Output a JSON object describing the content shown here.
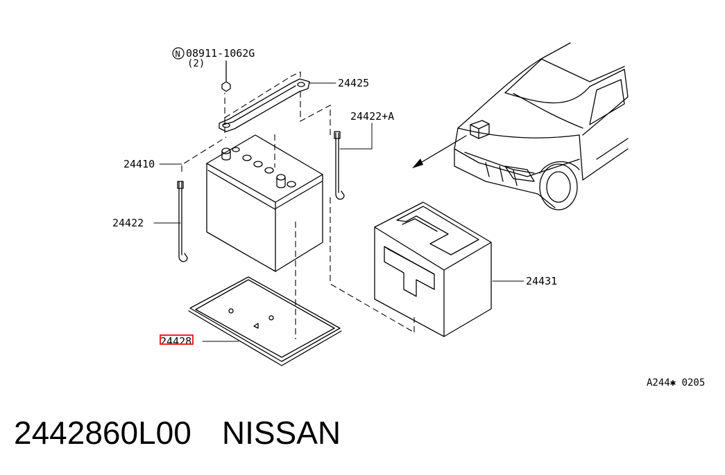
{
  "callouts": {
    "nut_part": "08911-1062G",
    "nut_qty": "(2)",
    "nut_marker": "N",
    "clamp": "24425",
    "rod_a": "24422+A",
    "battery": "24410",
    "rod": "24422",
    "cover": "24431",
    "tray": "24428"
  },
  "diagram_code": "A244✱ 0205",
  "caption": {
    "part_number": "2442860L00",
    "brand": "NISSAN"
  },
  "highlight_color": "#e8262b"
}
